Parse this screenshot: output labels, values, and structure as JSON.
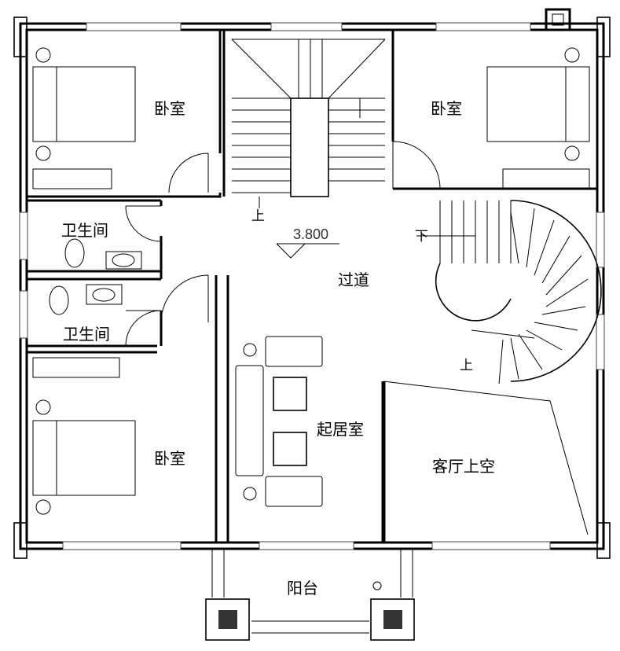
{
  "rooms": {
    "bedroom_top_left": "卧室",
    "bedroom_top_right": "卧室",
    "bedroom_bottom_left": "卧室",
    "bathroom_upper": "卫生间",
    "bathroom_lower": "卫生间",
    "corridor": "过道",
    "family_room": "起居室",
    "living_void": "客厅上空",
    "balcony": "阳台"
  },
  "stairs": {
    "main_up": "上",
    "spiral_down": "下",
    "spiral_up": "上"
  },
  "elevation": "3.800"
}
